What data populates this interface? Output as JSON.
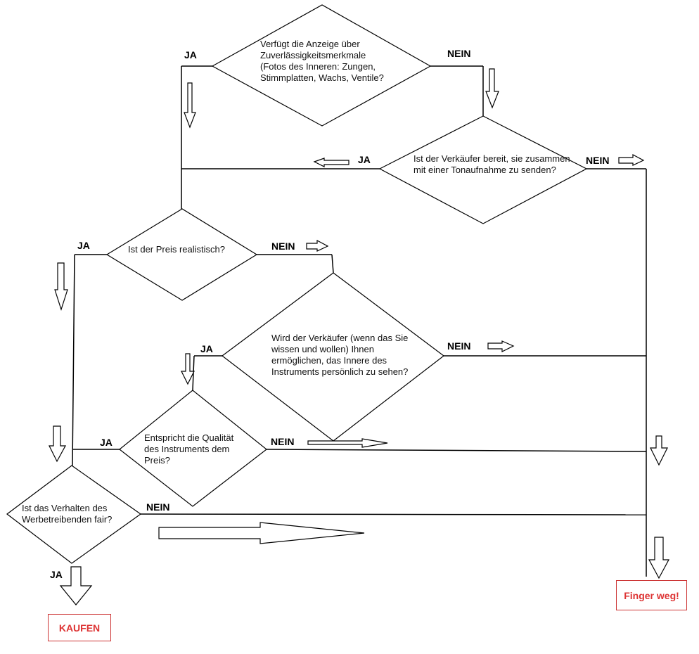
{
  "questions": {
    "q1": "Verfügt die Anzeige über Zuverlässigkeitsmerkmale (Fotos des Inneren: Zungen, Stimmplatten, Wachs, Ventile?",
    "q2": "Ist der Verkäufer bereit, sie zusammen mit einer Tonaufnahme zu senden?",
    "q3": "Ist der Preis realistisch?",
    "q4": "Wird der Verkäufer (wenn das Sie wissen und wollen) Ihnen ermöglichen, das Innere des Instruments persönlich zu sehen?",
    "q5": "Entspricht die Qualität des Instruments dem Preis?",
    "q6": "Ist das Verhalten des Werbetreibenden fair?"
  },
  "labels": {
    "yes": "JA",
    "no": "NEIN"
  },
  "outcomes": {
    "buy": "KAUFEN",
    "reject": "Finger weg!"
  },
  "colors": {
    "line": "#000000",
    "outcome": "#d33333"
  }
}
